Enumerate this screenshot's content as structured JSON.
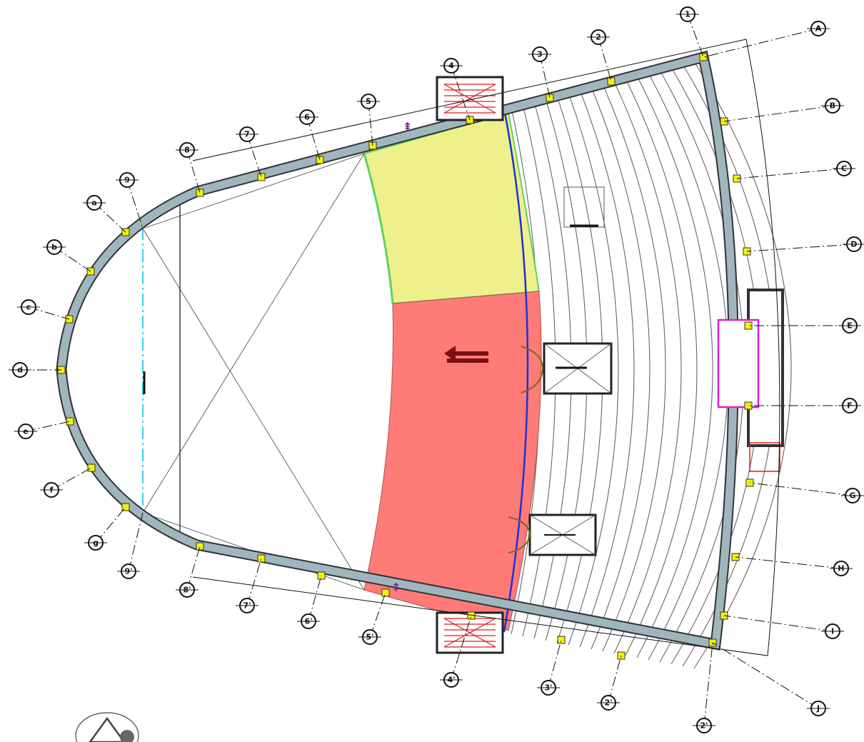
{
  "drawing": {
    "type": "architectural floor plan",
    "grid_labels": {
      "numbered_top": [
        "1",
        "2",
        "3",
        "4",
        "5",
        "6",
        "7",
        "8",
        "9"
      ],
      "numbered_bottom": [
        "9'",
        "8'",
        "7'",
        "6'",
        "5'",
        "4'",
        "3'",
        "2'",
        "2'"
      ],
      "lettered_right": [
        "A",
        "B",
        "C",
        "D",
        "E",
        "F",
        "G",
        "H",
        "I",
        "J"
      ],
      "lettered_left": [
        "a",
        "b",
        "c",
        "d",
        "e",
        "f",
        "g"
      ]
    },
    "zones": [
      {
        "name": "yellow-zone",
        "color": "#eef08c"
      },
      {
        "name": "red-zone",
        "color": "#ff7b78"
      }
    ],
    "colors": {
      "wall": "#9fb6bf",
      "column": "#f5f00a",
      "stage_edge": "#1f2fd6",
      "green_edge": "#5cd35c",
      "stair_red": "#e11a1a",
      "magenta_box": "#e21ad8",
      "axis_cyan": "#00c6e6",
      "arrow_purple": "#7a2a8c"
    },
    "icons": [
      "north-arrow-icon",
      "elevator-icon",
      "stair-icon"
    ]
  }
}
